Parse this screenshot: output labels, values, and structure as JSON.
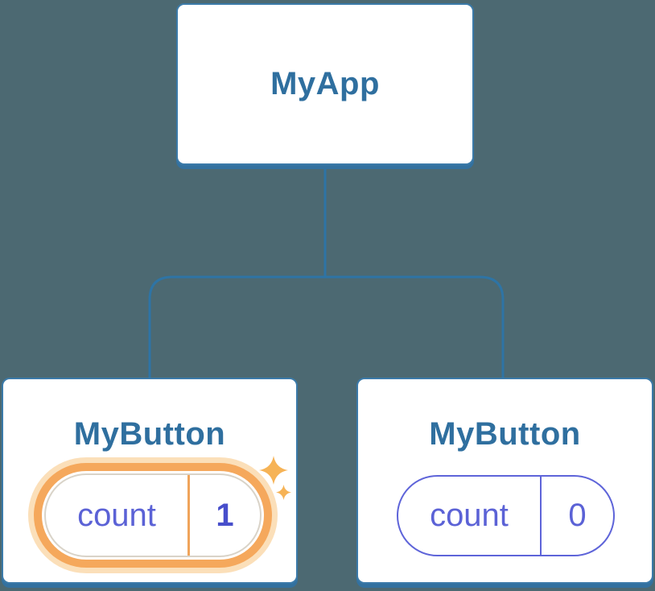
{
  "diagram": {
    "description": "Component tree with state pills",
    "root": {
      "title": "MyApp"
    },
    "children": [
      {
        "title": "MyButton",
        "state_key": "count",
        "state_value": "1",
        "highlighted": true
      },
      {
        "title": "MyButton",
        "state_key": "count",
        "state_value": "0",
        "highlighted": false
      }
    ]
  },
  "colors": {
    "background": "#4C6972",
    "card_fill": "#FFFFFF",
    "card_border": "#3B7AA9",
    "card_shadow": "#33719F",
    "connector": "#2E74A5",
    "title_text": "#2F6F9F",
    "state_text": "#5B62D6",
    "state_value_highlight_text": "#474ECB",
    "pill_border": "#5E64D9",
    "highlight_ring": "#F5A85C",
    "highlight_halo": "#F8BC6C",
    "highlight_divider": "#F0A45B",
    "sparkle": "#F6B356"
  }
}
